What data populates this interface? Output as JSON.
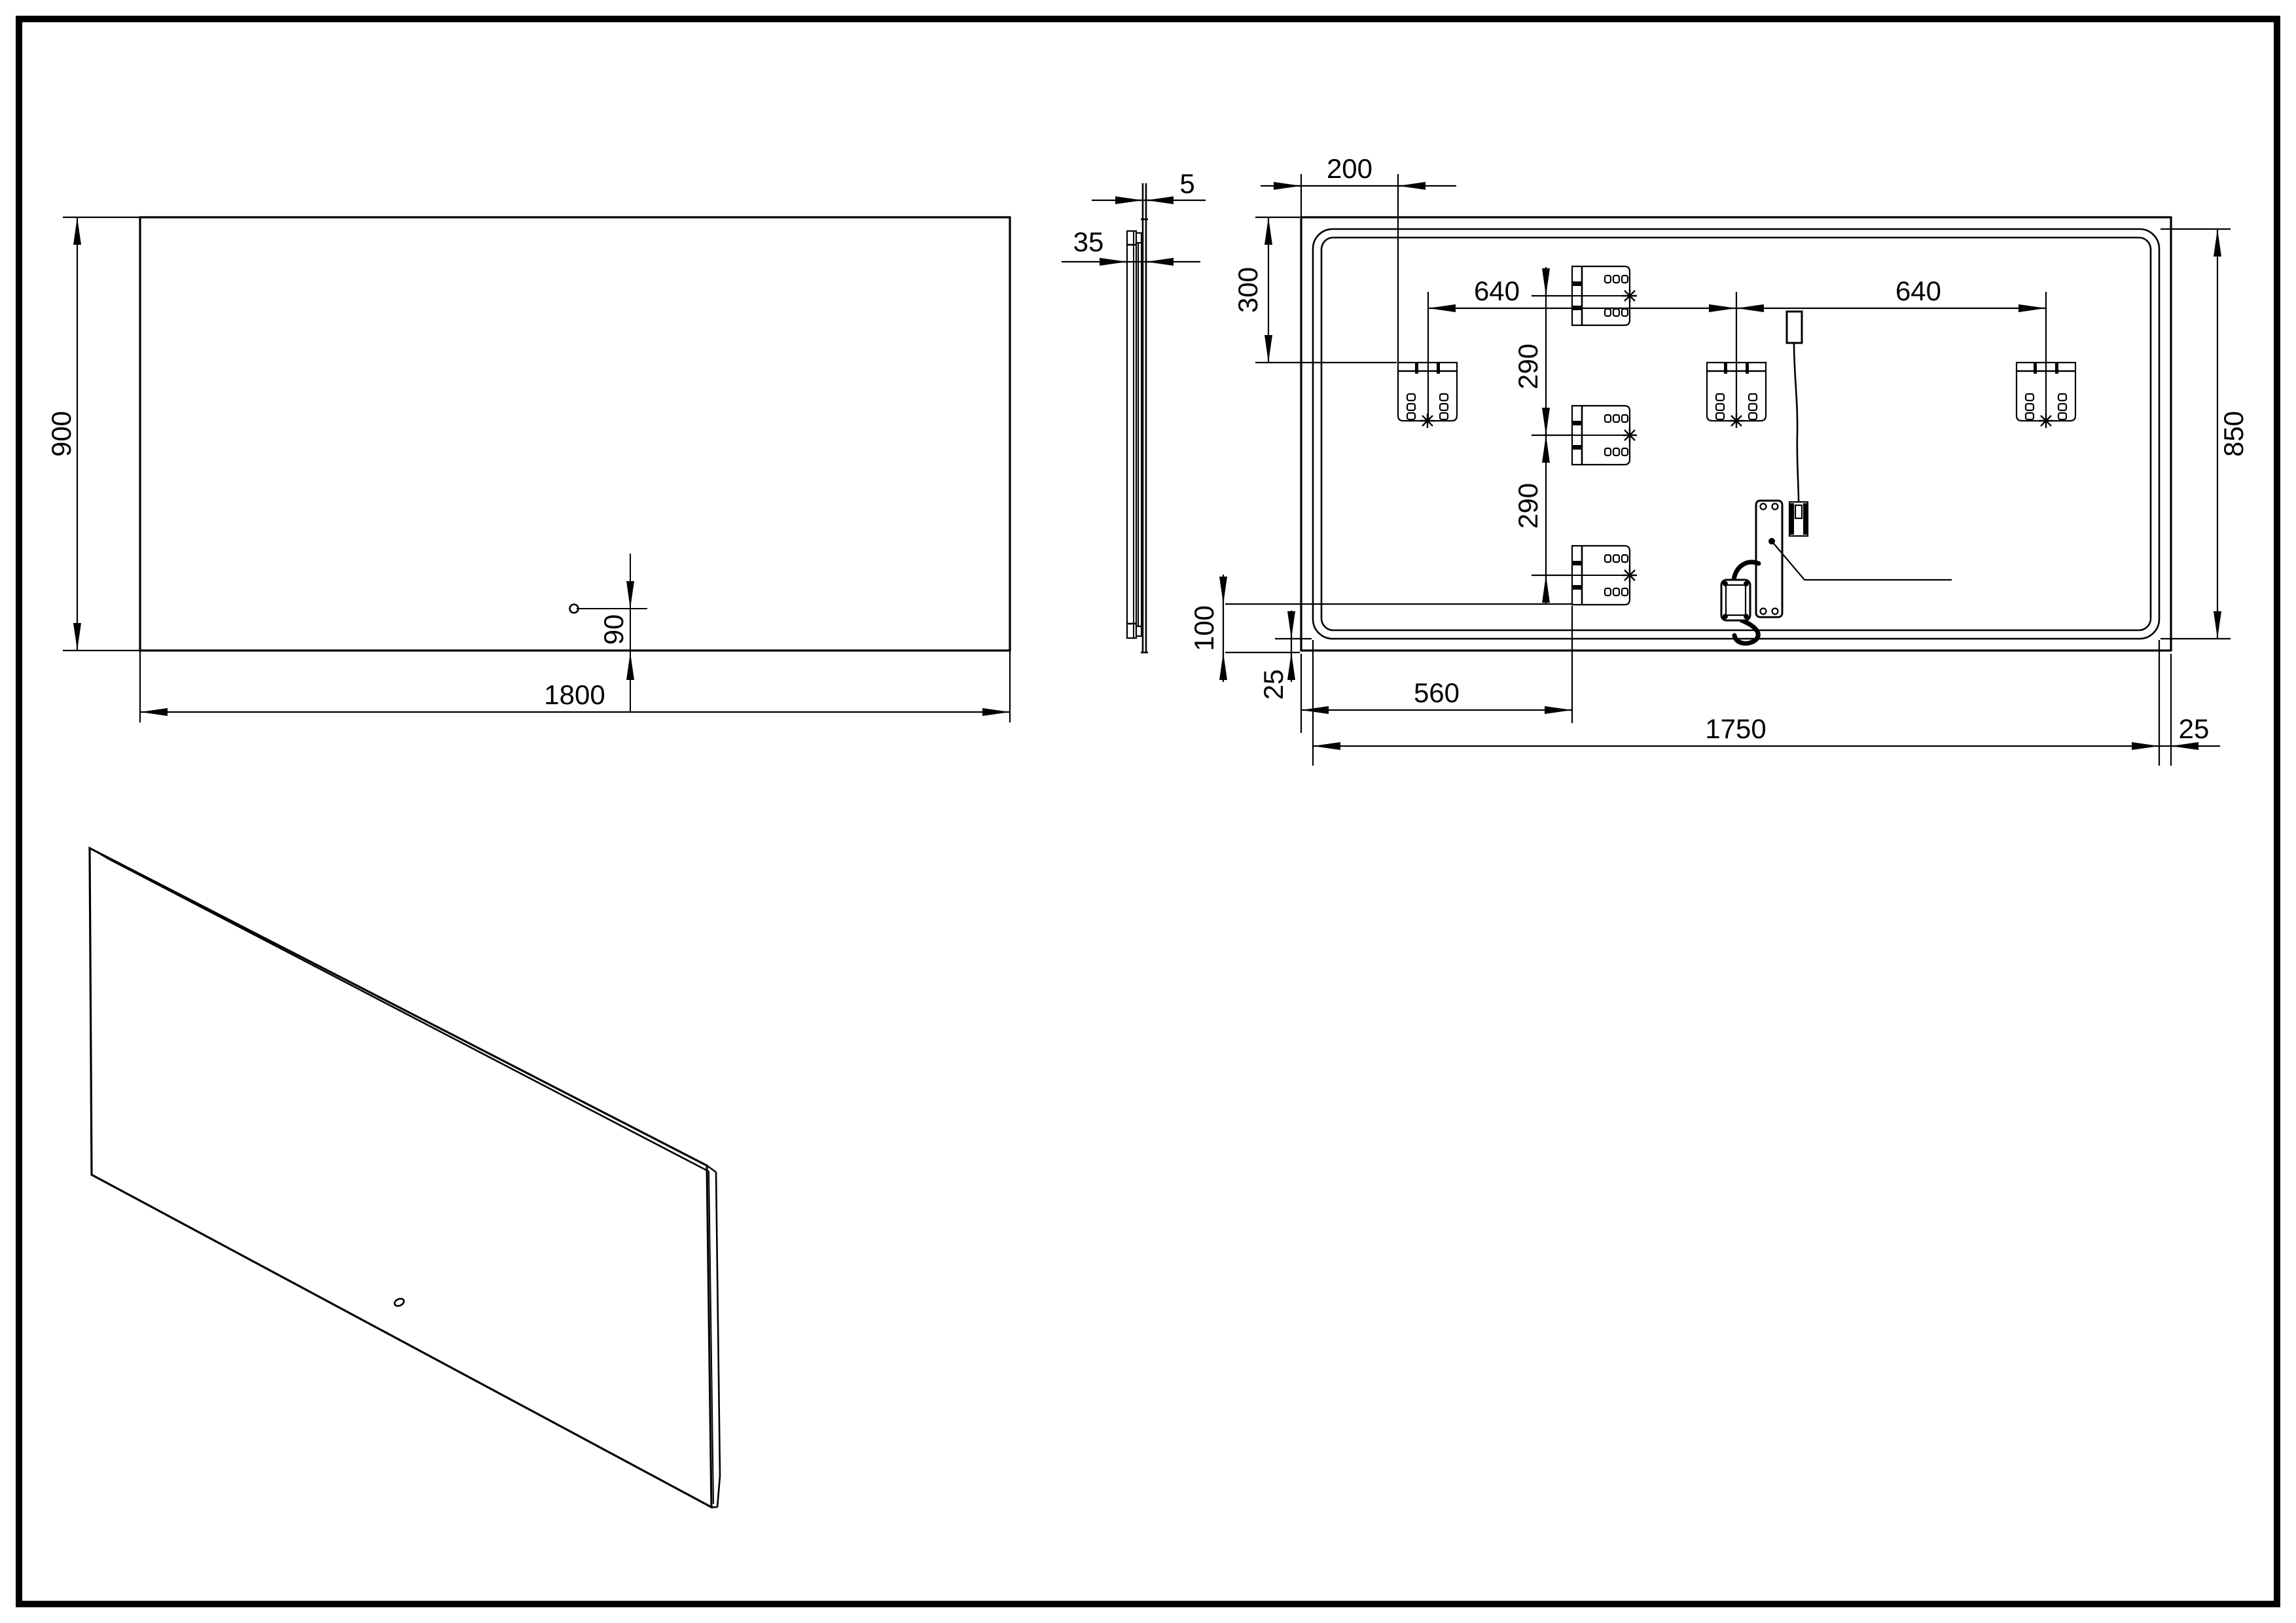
{
  "drawing": {
    "colors": {
      "line": "#000000",
      "background": "#ffffff"
    },
    "views": {
      "front": {
        "dims": {
          "height": "900",
          "width": "1800",
          "sensor_offset": "90"
        }
      },
      "side": {
        "dims": {
          "glass_thickness": "5",
          "total_depth": "35"
        }
      },
      "back": {
        "dims": {
          "bracket_left_offset": "200",
          "bracket_top_offset": "300",
          "span_left": "640",
          "span_right": "640",
          "row_gap_upper": "290",
          "row_gap_lower": "290",
          "frame_height": "850",
          "bottom_offset": "100",
          "edge_inset_left": "25",
          "driver_column": "560",
          "frame_width": "1750",
          "edge_inset_right": "25"
        }
      }
    }
  }
}
